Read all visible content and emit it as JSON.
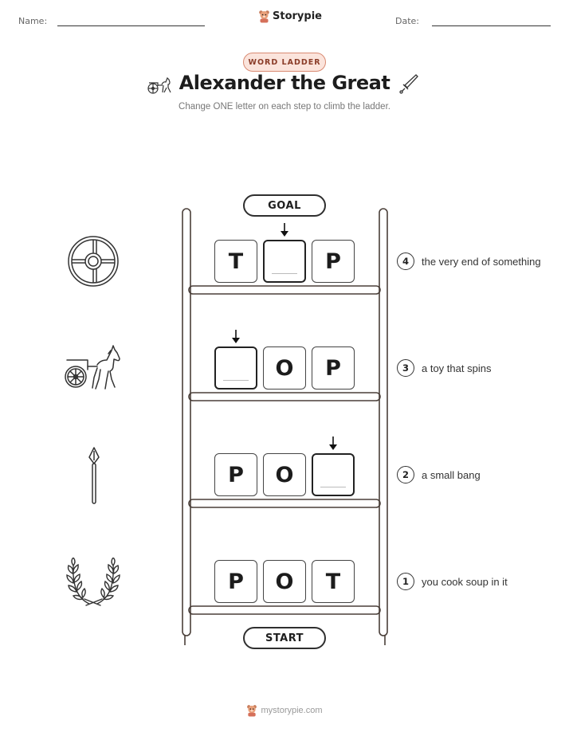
{
  "header": {
    "name_label": "Name:",
    "date_label": "Date:",
    "brand": "Storypie"
  },
  "badge": "WORD LADDER",
  "title": "Alexander the Great",
  "subtitle": "Change ONE letter on each step to climb the ladder.",
  "goal_label": "GOAL",
  "start_label": "START",
  "rungs": [
    {
      "letters": [
        "T",
        "",
        "P"
      ],
      "clue_number": "4",
      "clue": "the very end of something",
      "picture": "shield-icon"
    },
    {
      "letters": [
        "",
        "O",
        "P"
      ],
      "clue_number": "3",
      "clue": "a toy that spins",
      "picture": "chariot-icon"
    },
    {
      "letters": [
        "P",
        "O",
        ""
      ],
      "clue_number": "2",
      "clue": "a small bang",
      "picture": "spear-icon"
    },
    {
      "letters": [
        "P",
        "O",
        "T"
      ],
      "clue_number": "1",
      "clue": "you cook soup in it",
      "picture": "laurel-wreath-icon"
    }
  ],
  "footer": "mystorypie.com"
}
